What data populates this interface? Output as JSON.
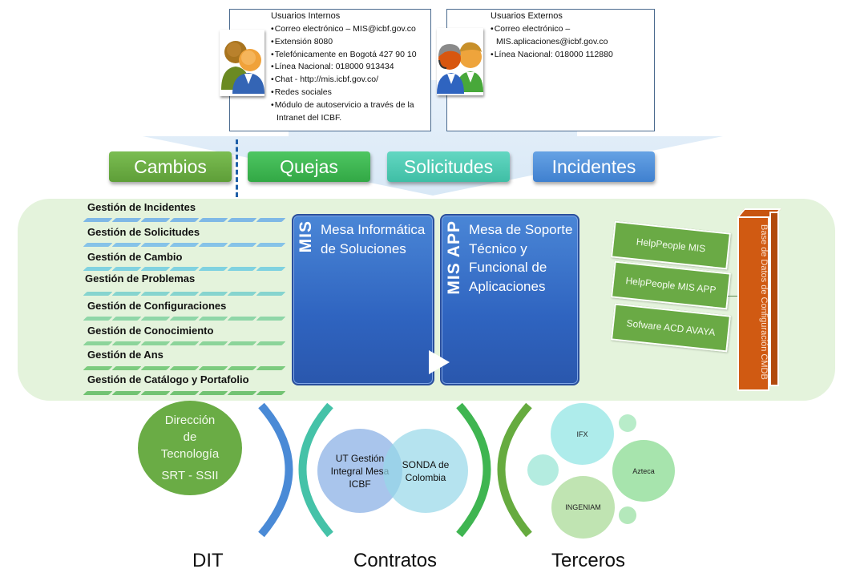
{
  "users": {
    "internal": {
      "title": "Usuarios Internos",
      "icon": "user-group-icon",
      "items": [
        "Correo electrónico – MIS@icbf.gov.co",
        "Extensión 8080",
        "Telefónicamente en Bogotá 427 90 10",
        "Línea Nacional: 018000 913434",
        "Chat - http://mis.icbf.gov.co/",
        "Redes sociales",
        "Módulo de autoservicio a través de la Intranet del ICBF."
      ]
    },
    "external": {
      "title": "Usuarios Externos",
      "icon": "support-agent-group-icon",
      "items": [
        "Correo electrónico – MIS.aplicaciones@icbf.gov.co",
        "Línea Nacional: 018000 112880"
      ]
    }
  },
  "categories": [
    {
      "label": "Cambios",
      "color": "#6aac45"
    },
    {
      "label": "Quejas",
      "color": "#3cb64f"
    },
    {
      "label": "Solicitudes",
      "color": "#4dcab2"
    },
    {
      "label": "Incidentes",
      "color": "#4d8ed8"
    }
  ],
  "processes": [
    "Gestión de Incidentes",
    "Gestión de Solicitudes",
    "Gestión de Cambio",
    "Gestión de Problemas",
    "Gestión de Configuraciones",
    "Gestión de Conocimiento",
    "Gestión de Ans",
    "Gestión de Catálogo y Portafolio"
  ],
  "desks": [
    {
      "acronym": "MIS",
      "text": "Mesa Informática de Soluciones"
    },
    {
      "acronym": "MIS APP",
      "text": "Mesa de Soporte Técnico y Funcional de Aplicaciones"
    }
  ],
  "tools": [
    "HelpPeople MIS",
    "HelpPeople MIS APP",
    "Sofware ACD AVAYA"
  ],
  "cmdb": {
    "label": "Base de Datos de Configuración CMDB",
    "color": "#d05a12"
  },
  "groups": {
    "dit": {
      "title": "DIT",
      "circle_lines": [
        "Dirección",
        "de",
        "Tecnología",
        "SRT - SSII"
      ],
      "color": "#6aac45"
    },
    "contratos": {
      "title": "Contratos",
      "left_circle": "UT Gestión Integral Mesa ICBF",
      "right_circle": "SONDA de Colombia"
    },
    "terceros": {
      "title": "Terceros",
      "circles": [
        "IFX",
        "Azteca",
        "INGENIAM"
      ]
    }
  }
}
